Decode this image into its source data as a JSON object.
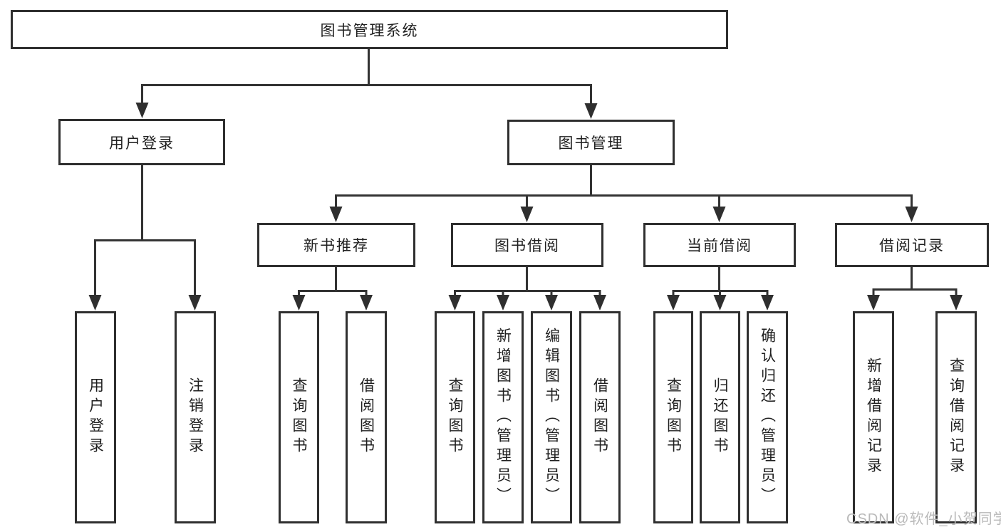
{
  "tree": {
    "label": "图书管理系统",
    "children": [
      {
        "label": "用户登录",
        "children": [
          {
            "label": "用户登录"
          },
          {
            "label": "注销登录"
          }
        ]
      },
      {
        "label": "图书管理",
        "children": [
          {
            "label": "新书推荐",
            "children": [
              {
                "label": "查询图书"
              },
              {
                "label": "借阅图书"
              }
            ]
          },
          {
            "label": "图书借阅",
            "children": [
              {
                "label": "查询图书"
              },
              {
                "label": "新增图书（管理员）"
              },
              {
                "label": "编辑图书（管理员）"
              },
              {
                "label": "借阅图书"
              }
            ]
          },
          {
            "label": "当前借阅",
            "children": [
              {
                "label": "查询图书"
              },
              {
                "label": "归还图书"
              },
              {
                "label": "确认归还（管理员）"
              }
            ]
          },
          {
            "label": "借阅记录",
            "children": [
              {
                "label": "新增借阅记录"
              },
              {
                "label": "查询借阅记录"
              }
            ]
          }
        ]
      }
    ]
  },
  "watermark": "CSDN @软件_小贺同学",
  "colors": {
    "line": "#333333",
    "box_border": "#2f2f2f",
    "text": "#1f1f1f",
    "watermark": "#b9b9b9",
    "background": "#ffffff"
  }
}
